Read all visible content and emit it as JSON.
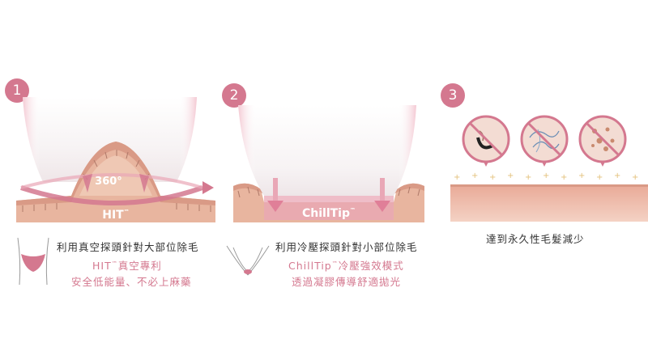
{
  "steps": [
    {
      "number": "1",
      "tag": "HIT",
      "tag_tm": "™",
      "rotation_label": "360°",
      "captions": {
        "line1": "利用真空探頭針對大部位除毛",
        "line2_brand": "HIT",
        "line2_tm": "™",
        "line2_rest": "真空專利",
        "line3": "安全低能量、不必上麻藥"
      },
      "icon": "bikini-area-icon"
    },
    {
      "number": "2",
      "tag": "ChillTip",
      "tag_tm": "™",
      "captions": {
        "line1": "利用冷壓探頭針對小部位除毛",
        "line2_brand": "ChillTip",
        "line2_tm": "™",
        "line2_rest": "冷壓強效模式",
        "line3": "透過凝膠傳導舒適拋光"
      },
      "icon": "underarm-area-icon"
    },
    {
      "number": "3",
      "captions": {
        "line1": "達到永久性毛髮減少"
      },
      "icons": [
        "no-hair-follicle-icon",
        "no-ingrown-hair-icon",
        "no-spots-icon"
      ]
    }
  ],
  "colors": {
    "accent": "#d4788f",
    "skin": "#e8b59f",
    "skin_dark": "#d99a86",
    "text": "#333333"
  }
}
